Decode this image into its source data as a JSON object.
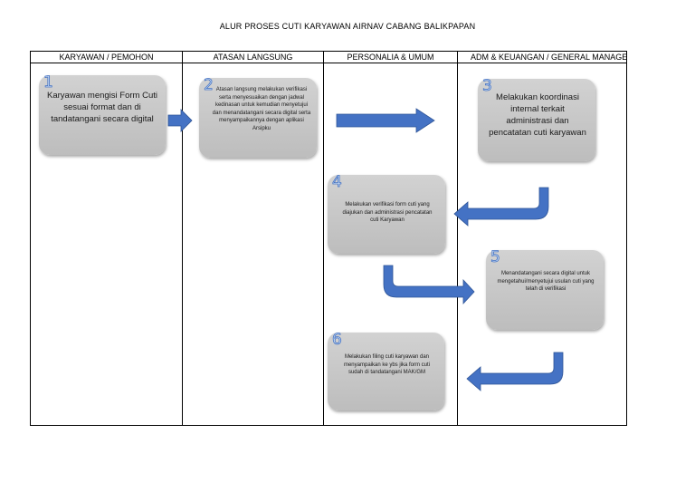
{
  "title": "ALUR PROSES CUTI KARYAWAN AIRNAV CABANG BALIKPAPAN",
  "lanes": [
    {
      "label": "KARYAWAN / PEMOHON"
    },
    {
      "label": "ATASAN LANGSUNG"
    },
    {
      "label": "PERSONALIA & UMUM"
    },
    {
      "label": "ADM & KEUANGAN / GENERAL MANAGER"
    }
  ],
  "steps": [
    {
      "number": "1",
      "text": "Karyawan mengisi Form Cuti sesuai format dan di tandatangani secara digital"
    },
    {
      "number": "2",
      "text": "Atasan langsung melakukan verifikasi serta menyesuaikan dengan jadwal kedinasan untuk kemudian menyetujui dan menandatangani secara digital serta menyampaikannya dengan aplikasi Arsipku"
    },
    {
      "number": "3",
      "text": "Melakukan koordinasi internal terkait administrasi dan pencatatan cuti karyawan"
    },
    {
      "number": "4",
      "text": "Melakukan verifikasi form cuti yang diajukan dan administrasi pencatatan cuti Karyawan"
    },
    {
      "number": "5",
      "text": "Menandatangani secara digital untuk mengetahui/menyetujui usulan cuti yang telah di verifikasi"
    },
    {
      "number": "6",
      "text": "Melakukan filing cuti karyawan dan menyampaikan ke ybs jika form cuti sudah di tandatangani MAK/GM"
    }
  ],
  "colors": {
    "arrow_fill": "#4472c4",
    "arrow_stroke": "#2f5597",
    "box_fill": "#c8c8c8",
    "step_number": "#4472c4"
  }
}
